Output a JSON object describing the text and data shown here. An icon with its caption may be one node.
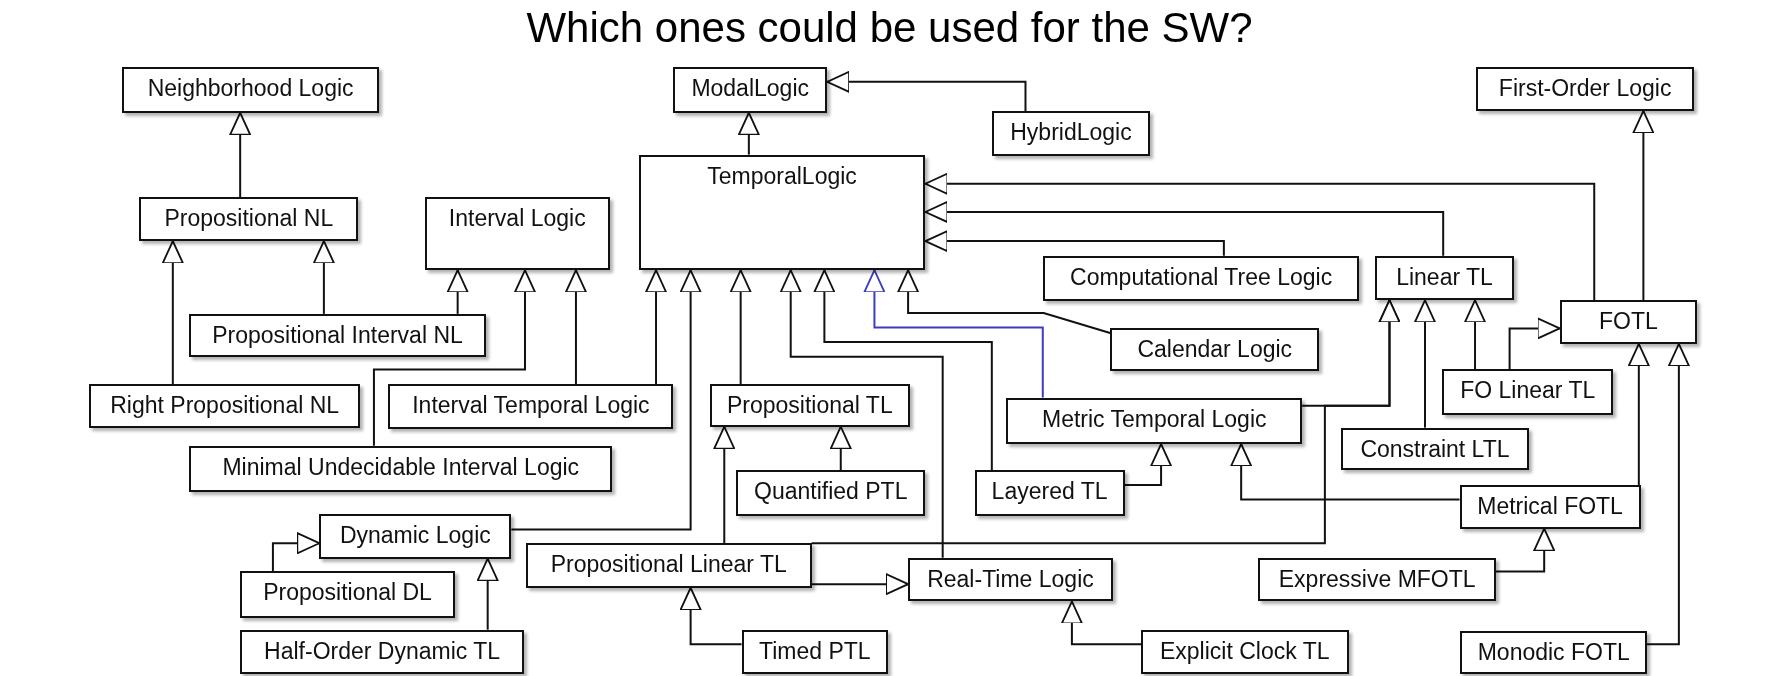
{
  "diagram": {
    "title": "Which ones could be used for the SW?",
    "nodes": [
      {
        "text": [
          "Neighborhood Logic"
        ]
      },
      {
        "text": [
          "ModalLogic"
        ]
      },
      {
        "text": [
          "HybridLogic"
        ]
      },
      {
        "text": [
          "First-Order Logic"
        ]
      },
      {
        "text": [
          "TemporalLogic"
        ]
      },
      {
        "text": [
          "Propositional NL"
        ]
      },
      {
        "text": [
          "Interval Logic"
        ]
      },
      {
        "text": [
          "Computational Tree Logic"
        ]
      },
      {
        "text": [
          "Linear TL"
        ]
      },
      {
        "text": [
          "Propositional Interval NL"
        ]
      },
      {
        "text": [
          "Calendar Logic"
        ]
      },
      {
        "text": [
          "FOTL"
        ]
      },
      {
        "text": [
          "Right Propositional NL"
        ]
      },
      {
        "text": [
          "Interval Temporal Logic"
        ]
      },
      {
        "text": [
          "Propositional TL"
        ]
      },
      {
        "text": [
          "Metric Temporal Logic"
        ]
      },
      {
        "text": [
          "FO Linear TL"
        ]
      },
      {
        "text": [
          "Constraint LTL"
        ]
      },
      {
        "text": [
          "Minimal Undecidable Interval Logic"
        ]
      },
      {
        "text": [
          "Quantified PTL"
        ]
      },
      {
        "text": [
          "Layered TL"
        ]
      },
      {
        "text": [
          "Metrical FOTL"
        ]
      },
      {
        "text": [
          "Dynamic Logic"
        ]
      },
      {
        "text": [
          "Propositional Linear TL"
        ]
      },
      {
        "text": [
          "Real-Time Logic"
        ]
      },
      {
        "text": [
          "Expressive MFOTL"
        ]
      },
      {
        "text": [
          "Propositional DL"
        ]
      },
      {
        "text": [
          "Half-Order Dynamic TL"
        ]
      },
      {
        "text": [
          "Timed PTL"
        ]
      },
      {
        "text": [
          "Explicit Clock TL"
        ]
      },
      {
        "text": [
          "Monodic FOTL"
        ]
      }
    ],
    "edges": [
      {
        "from": 5,
        "to": 0,
        "arrow": "to"
      },
      {
        "from": 12,
        "to": 5,
        "arrow": "to"
      },
      {
        "from": 9,
        "to": 5,
        "arrow": "to"
      },
      {
        "from": 9,
        "to": 6,
        "arrow": "to"
      },
      {
        "from": 18,
        "to": 6,
        "arrow": "to"
      },
      {
        "from": 13,
        "to": 6,
        "arrow": "to"
      },
      {
        "from": 4,
        "to": 1,
        "arrow": "to"
      },
      {
        "from": 2,
        "to": 1,
        "arrow": "to"
      },
      {
        "from": 11,
        "to": 4,
        "arrow": "to"
      },
      {
        "from": 8,
        "to": 4,
        "arrow": "to"
      },
      {
        "from": 7,
        "to": 4,
        "arrow": "to"
      },
      {
        "from": 11,
        "to": 3,
        "arrow": "to"
      },
      {
        "from": 13,
        "to": 4,
        "arrow": "to"
      },
      {
        "from": 22,
        "to": 4,
        "arrow": "to"
      },
      {
        "from": 14,
        "to": 4,
        "arrow": "to"
      },
      {
        "from": 24,
        "to": 4,
        "arrow": "to"
      },
      {
        "from": 20,
        "to": 4,
        "arrow": "to"
      },
      {
        "from": 15,
        "to": 4,
        "arrow": "to",
        "color": "#3c3cc0"
      },
      {
        "from": 10,
        "to": 4,
        "arrow": "to"
      },
      {
        "from": 15,
        "to": 8,
        "arrow": "to"
      },
      {
        "from": 23,
        "to": 8,
        "arrow": "to"
      },
      {
        "from": 17,
        "to": 8,
        "arrow": "to"
      },
      {
        "from": 16,
        "to": 8,
        "arrow": "to"
      },
      {
        "from": 16,
        "to": 11,
        "arrow": "to"
      },
      {
        "from": 21,
        "to": 11,
        "arrow": "to"
      },
      {
        "from": 30,
        "to": 11,
        "arrow": "to"
      },
      {
        "from": 25,
        "to": 21,
        "arrow": "to"
      },
      {
        "from": 21,
        "to": 15,
        "arrow": "to"
      },
      {
        "from": 20,
        "to": 15,
        "arrow": "to"
      },
      {
        "from": 19,
        "to": 14,
        "arrow": "to"
      },
      {
        "from": 23,
        "to": 14,
        "arrow": "to"
      },
      {
        "from": 26,
        "to": 22,
        "arrow": "to"
      },
      {
        "from": 27,
        "to": 22,
        "arrow": "to"
      },
      {
        "from": 28,
        "to": 23,
        "arrow": "to"
      },
      {
        "from": 23,
        "to": 24,
        "arrow": "to"
      },
      {
        "from": 29,
        "to": 24,
        "arrow": "to"
      }
    ]
  }
}
